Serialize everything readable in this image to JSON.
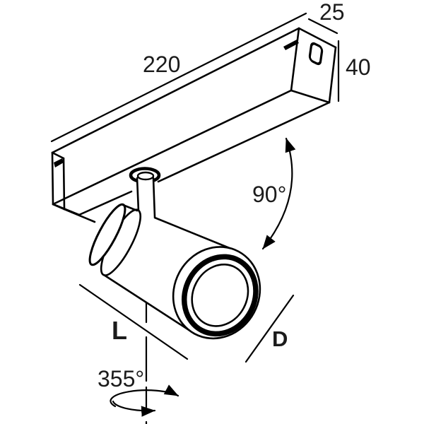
{
  "drawing": {
    "type": "technical-dimension-drawing",
    "subject": "track-mounted spotlight with rail, stem and cylindrical head",
    "colors": {
      "background": "#ffffff",
      "line": "#000000",
      "text": "#1b1b1b"
    },
    "labels": {
      "track_length": "220",
      "track_depth": "25",
      "track_height": "40",
      "tilt_angle": "90°",
      "head_length": "L",
      "head_diameter": "D",
      "rotation_angle": "355°"
    }
  }
}
